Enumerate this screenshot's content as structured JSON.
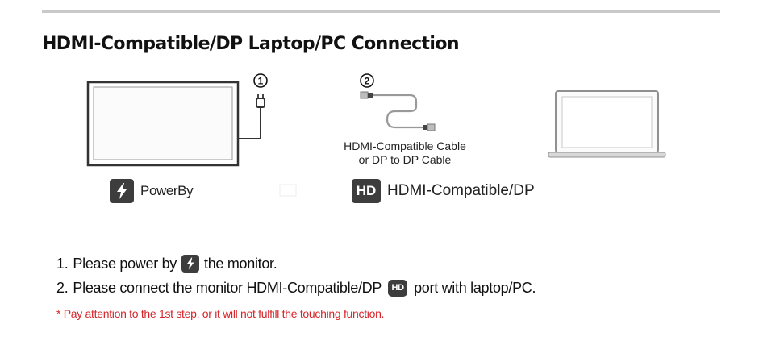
{
  "title": "HDMI-Compatible/DP Laptop/PC Connection",
  "diagram": {
    "step_marker_1": "1",
    "step_marker_2": "2",
    "cable_caption_line1": "HDMI-Compatible Cable",
    "cable_caption_line2": "or DP to DP Cable",
    "power_label": "PowerBy",
    "hd_badge": "HD",
    "hd_label": "HDMI-Compatible/DP"
  },
  "steps": [
    {
      "number": "1.",
      "before": "Please power by",
      "after": "the monitor."
    },
    {
      "number": "2.",
      "before": "Please connect the monitor HDMI-Compatible/DP",
      "badge": "HD",
      "after": "port with laptop/PC."
    }
  ],
  "note": "* Pay  attention to the 1st step, or it will not fulfill the touching function.",
  "icons": [
    "lightning-icon",
    "hd-icon",
    "plug-icon",
    "cable-icon",
    "monitor-icon",
    "laptop-icon"
  ],
  "colors": {
    "note_red": "#d6262b",
    "badge_dark": "#3d3d3d"
  }
}
